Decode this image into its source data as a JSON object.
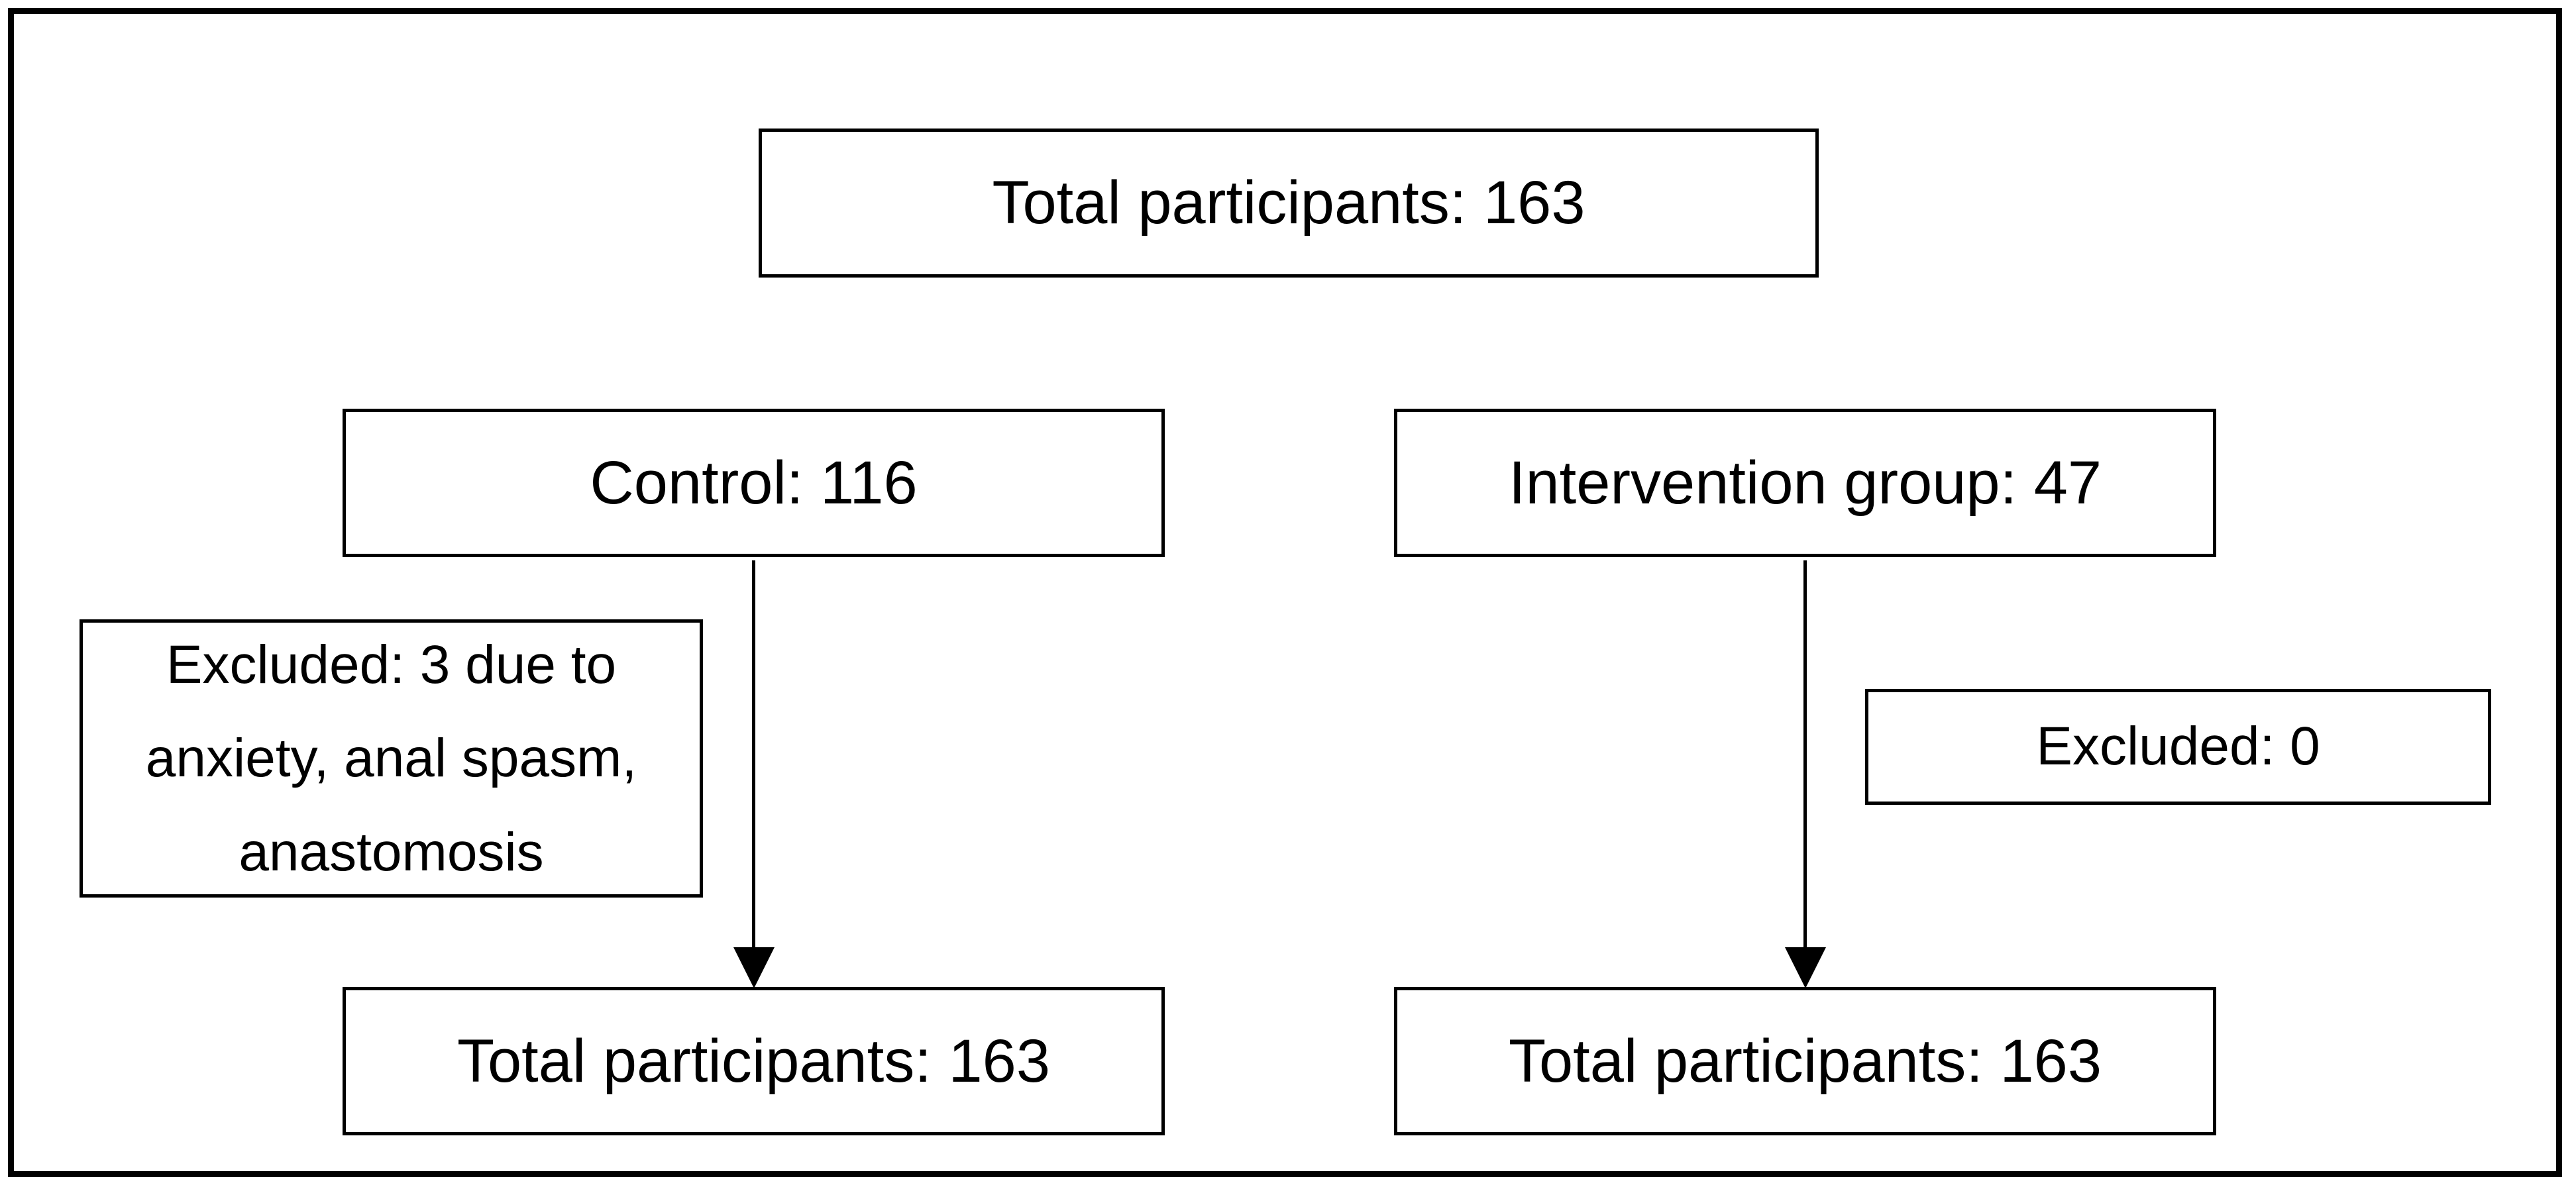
{
  "diagram": {
    "type": "participant-flow",
    "colors": {
      "background": "#ffffff",
      "border": "#000000",
      "text": "#000000"
    },
    "boxes": {
      "total_top": {
        "label": "Total participants: 163"
      },
      "control": {
        "label": "Control: 116"
      },
      "intervention": {
        "label": "Intervention group: 47"
      },
      "excluded_control": {
        "label": "Excluded: 3 due to anxiety, anal spasm, anastomosis",
        "lines": [
          "Excluded: 3 due to",
          "anxiety, anal spasm,",
          "anastomosis"
        ]
      },
      "excluded_intervention": {
        "label": "Excluded: 0"
      },
      "total_control": {
        "label": "Total participants: 163"
      },
      "total_intervention": {
        "label": "Total participants: 163"
      }
    },
    "arrows": [
      {
        "from": "control",
        "to": "total_control",
        "direction": "down"
      },
      {
        "from": "intervention",
        "to": "total_intervention",
        "direction": "down"
      }
    ]
  }
}
